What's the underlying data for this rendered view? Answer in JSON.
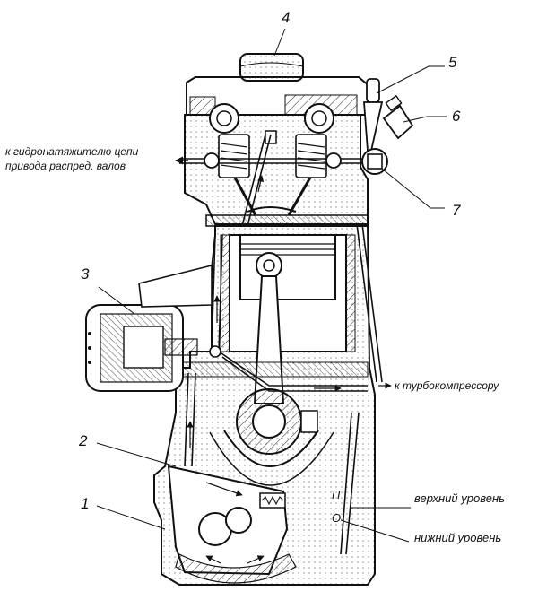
{
  "callouts": {
    "c1": "1",
    "c2": "2",
    "c3": "3",
    "c4": "4",
    "c5": "5",
    "c6": "6",
    "c7": "7"
  },
  "annotations": {
    "chain_tensioner_line1": "к гидронатяжителю цепи",
    "chain_tensioner_line2": "привода распред. валов",
    "turbocharger": "к турбокомпрессору",
    "upper_level": "верхний уровень",
    "lower_level": "нижний уровень",
    "mark_upper": "П",
    "mark_lower": "О"
  }
}
